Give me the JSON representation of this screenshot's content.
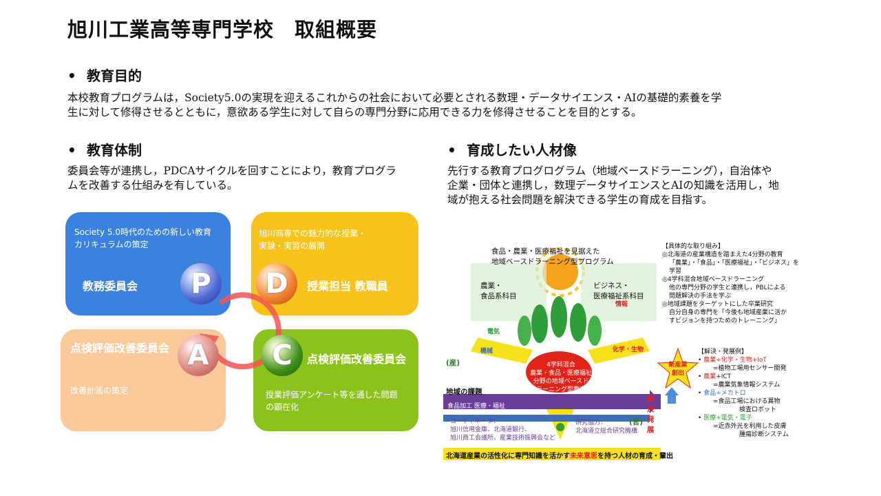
{
  "title": "旭川工業高等専門学校　取組概要",
  "sections": {
    "purpose": {
      "bullet": "•",
      "heading": "教育目的",
      "text_line1": "本校教育プログラムは，Society5.0の実現を迎えるこれからの社会において必要とされる数理・データサイエンス・AIの基礎的素養を学",
      "text_line2": "生に対して修得させるとともに，意欲ある学生に対して自らの専門分野に応用できる力を修得させることを目的とする。"
    },
    "system": {
      "bullet": "•",
      "heading": "教育体制",
      "text_line1": "委員会等が連携し，PDCAサイクルを回すことにより，教育プログラ",
      "text_line2": "ムを改善する仕組みを有している。"
    },
    "talent": {
      "bullet": "•",
      "heading": "育成したい人材像",
      "text_line1": "先行する教育プログログラム（地域ベースドラーニング），自治体や",
      "text_line2": "企業・団体と連携し，数理データサイエンスとAIの知識を活用し，地",
      "text_line3": "域が抱える社会問題を解決できる学生の育成を目指す。"
    }
  },
  "pdca": {
    "p": {
      "letter": "P",
      "desc1": "Society 5.0時代のための新しい教育",
      "desc2": "カリキュラムの策定",
      "label": "教務委員会",
      "color": "#3B82E0"
    },
    "d": {
      "letter": "D",
      "desc1": "旭川高専での魅力的な授業・",
      "desc2": "実験・実習の展開",
      "label": "授業担当 教職員",
      "color": "#F7C21A"
    },
    "c": {
      "letter": "C",
      "desc1": "授業評価アンケート等を通した問題",
      "desc2": "の顕在化",
      "label": "点検評価改善委員会",
      "color": "#8CC21E"
    },
    "a": {
      "letter": "A",
      "desc1": "改善計画の策定",
      "label": "点検評価改善委員会",
      "color": "#F9C99A"
    }
  },
  "illustration": {
    "top_title1": "食品・農業・医療福祉を見据えた",
    "top_title2": "地域ベースドラーニング型プログラム",
    "left_label1": "農業・",
    "left_label2": "食品系科目",
    "right_label1": "ビジネス・",
    "right_label2": "医療福祉系科目",
    "denki": "電気",
    "joho": "情報",
    "kikai": "機械",
    "kagaku": "化学・生物",
    "san": "(産)",
    "kan": "(官)",
    "chiiki": "地域の課題",
    "kaiketsu1": "解決",
    "kaiketsu2": "発展",
    "center1": "4学科混合",
    "center2": "農業・食品・医療福祉",
    "center3": "分野の地域ベースド",
    "center4": "ラーニング型教育",
    "coord_title": "コーディネータ：",
    "coord1": "旭川信用金庫、北海道銀行、",
    "coord2": "旭川商工会議所、産業技術振興会など",
    "research1": "研究協力：",
    "research2": "北海道立総合研究機構",
    "bottom_banner_pre": "北海道産業の活性化に専門知識を活かす",
    "bottom_banner_em": "未来意思",
    "bottom_banner_post": "を持つ人材の育成・輩出",
    "star1": "新産業",
    "star2": "創出",
    "food": "食品加工 医療・福祉"
  },
  "side_notes": {
    "heading": "【具体的な取り組み】",
    "l1": "◎北海道の産業構造を踏まえた4分野の教育",
    "l2": "「農業」・「食品」・「医療福祉」・「ビジネス」を",
    "l3": "学習",
    "l4": "◎4学科混合地域ベースドラーニング",
    "l5": "他の専門分野の学生と連携し，PBLによる",
    "l6": "問題解決の手法を学ぶ",
    "l7": "◎地域課題をターゲットにした卒業研究",
    "l8": "自分自身の専門を「今後も地域産業に活か",
    "l9": "すビジョンを持つためのトレーニング」",
    "examples_heading": "【解決・発展例】",
    "ex1a": "農業",
    "ex1b": "+化学・生物+IoT",
    "ex1c": "=植物工場用センサー開発",
    "ex2a": "農業",
    "ex2b": "+ICT",
    "ex2c": "=農業気象情報システム",
    "ex3a": "食品",
    "ex3b": "+メカトロ",
    "ex3c": "=食品工場における異物",
    "ex3d": "検査ロボット",
    "ex4a": "医療",
    "ex4b": "+電気・電子",
    "ex4c": "=近赤外光を利用した皮膚",
    "ex4d": "腫瘍診断システム"
  }
}
